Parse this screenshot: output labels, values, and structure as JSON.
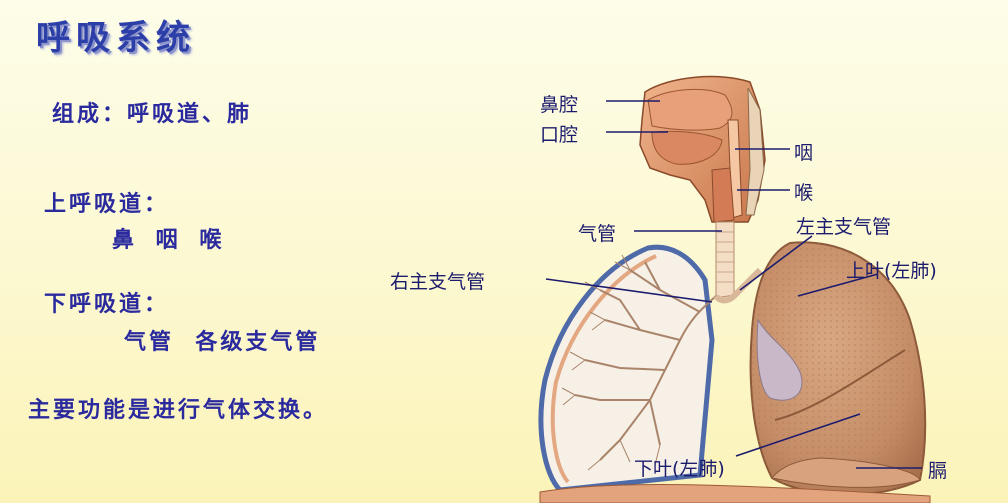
{
  "slide": {
    "title": "呼吸系统",
    "composition": "组成：呼吸道、肺",
    "upper_tract_heading": "上呼吸道：",
    "upper_tract_items": "鼻 咽 喉",
    "lower_tract_heading": "下呼吸道：",
    "lower_tract_items": "气管  各级支气管",
    "main_function": "主要功能是进行气体交换。"
  },
  "diagram": {
    "labels": {
      "nasal_cavity": "鼻腔",
      "oral_cavity": "口腔",
      "pharynx": "咽",
      "larynx": "喉",
      "trachea": "气管",
      "left_main_bronchus": "左主支气管",
      "upper_lobe": "上叶(左肺)",
      "right_main_bronchus": "右主支气管",
      "lower_lobe": "下叶(左肺)",
      "diaphragm": "膈"
    }
  },
  "colors": {
    "title": "#2c3ea8",
    "text": "#2a2a9e",
    "lung": "#c9956f",
    "background": "#fcf8d0"
  }
}
